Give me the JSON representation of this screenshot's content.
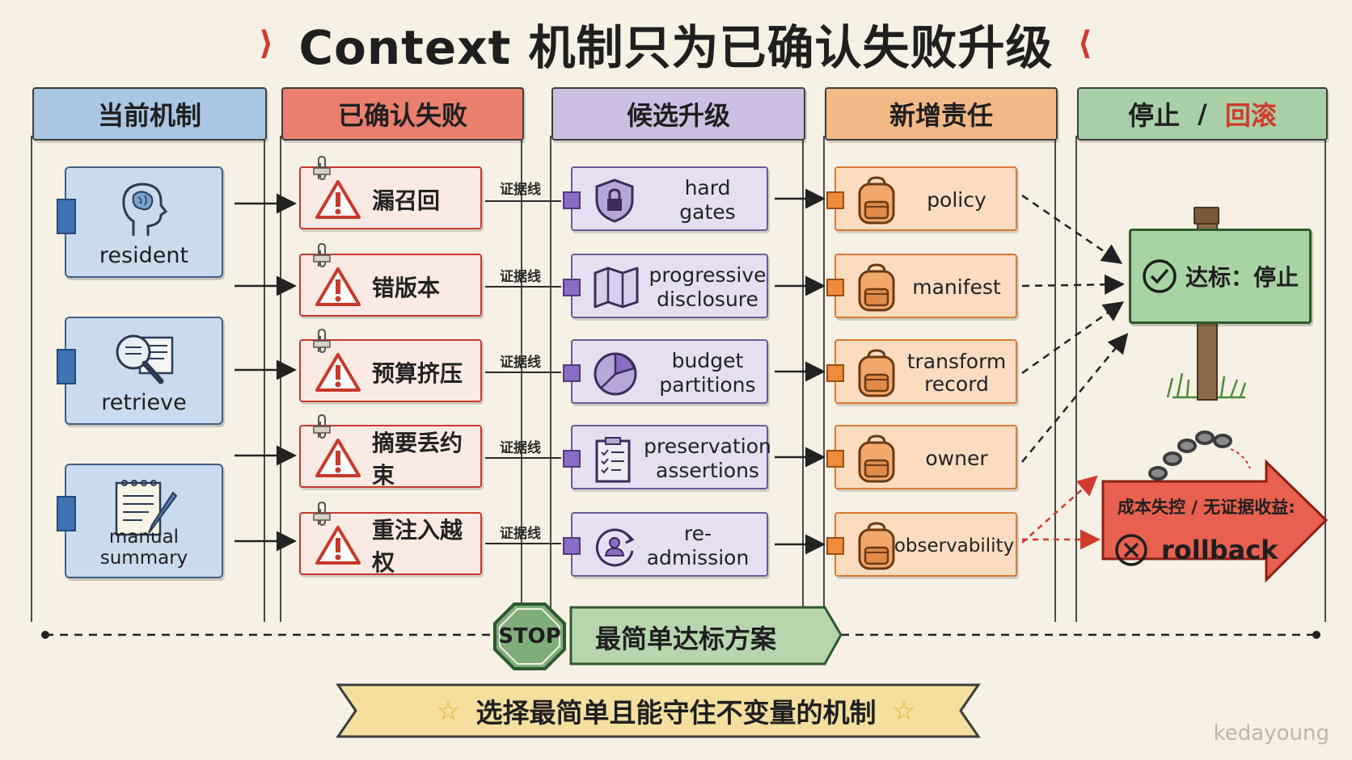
{
  "title": "Context 机制只为已确认失败升级",
  "columns": {
    "current": "当前机制",
    "failures": "已确认失败",
    "candidates": "候选升级",
    "responsibilities": "新增责任",
    "stop_prefix": "停止",
    "stop_sep": "/",
    "stop_rollback": "回滚"
  },
  "mechanisms": [
    {
      "label": "resident",
      "icon": "head-brain-icon"
    },
    {
      "label": "retrieve",
      "icon": "magnifier-document-icon"
    },
    {
      "label": "manual summary",
      "icon": "notepad-pen-icon"
    }
  ],
  "failures": [
    {
      "label": "漏召回"
    },
    {
      "label": "错版本"
    },
    {
      "label": "预算挤压"
    },
    {
      "label": "摘要丢约束"
    },
    {
      "label": "重注入越权"
    }
  ],
  "evidence_label": "证据线",
  "candidates": [
    {
      "line1": "hard gates",
      "line2": "",
      "icon": "shield-lock-icon"
    },
    {
      "line1": "progressive",
      "line2": "disclosure",
      "icon": "folded-map-icon"
    },
    {
      "line1": "budget",
      "line2": "partitions",
      "icon": "pie-chart-icon"
    },
    {
      "line1": "preservation",
      "line2": "assertions",
      "icon": "checklist-clipboard-icon"
    },
    {
      "line1": "re-admission",
      "line2": "",
      "icon": "user-cycle-icon"
    }
  ],
  "responsibilities": [
    {
      "line1": "policy",
      "line2": ""
    },
    {
      "line1": "manifest",
      "line2": ""
    },
    {
      "line1": "transform",
      "line2": "record"
    },
    {
      "line1": "owner",
      "line2": ""
    },
    {
      "line1": "observability",
      "line2": ""
    }
  ],
  "stop_sign": "达标：停止",
  "rollback": {
    "title": "成本失控 / 无证据收益:",
    "label": "rollback"
  },
  "stop_badge": "STOP",
  "stop_label": "最简单达标方案",
  "banner": "选择最简单且能守住不变量的机制",
  "watermark": "kedayoung",
  "colors": {
    "blue": "#a9c6e3",
    "red": "#ea7f6e",
    "purple": "#cdbfe2",
    "orange": "#f2b986",
    "green": "#a8cfa6",
    "accent_red": "#d23a2e"
  }
}
